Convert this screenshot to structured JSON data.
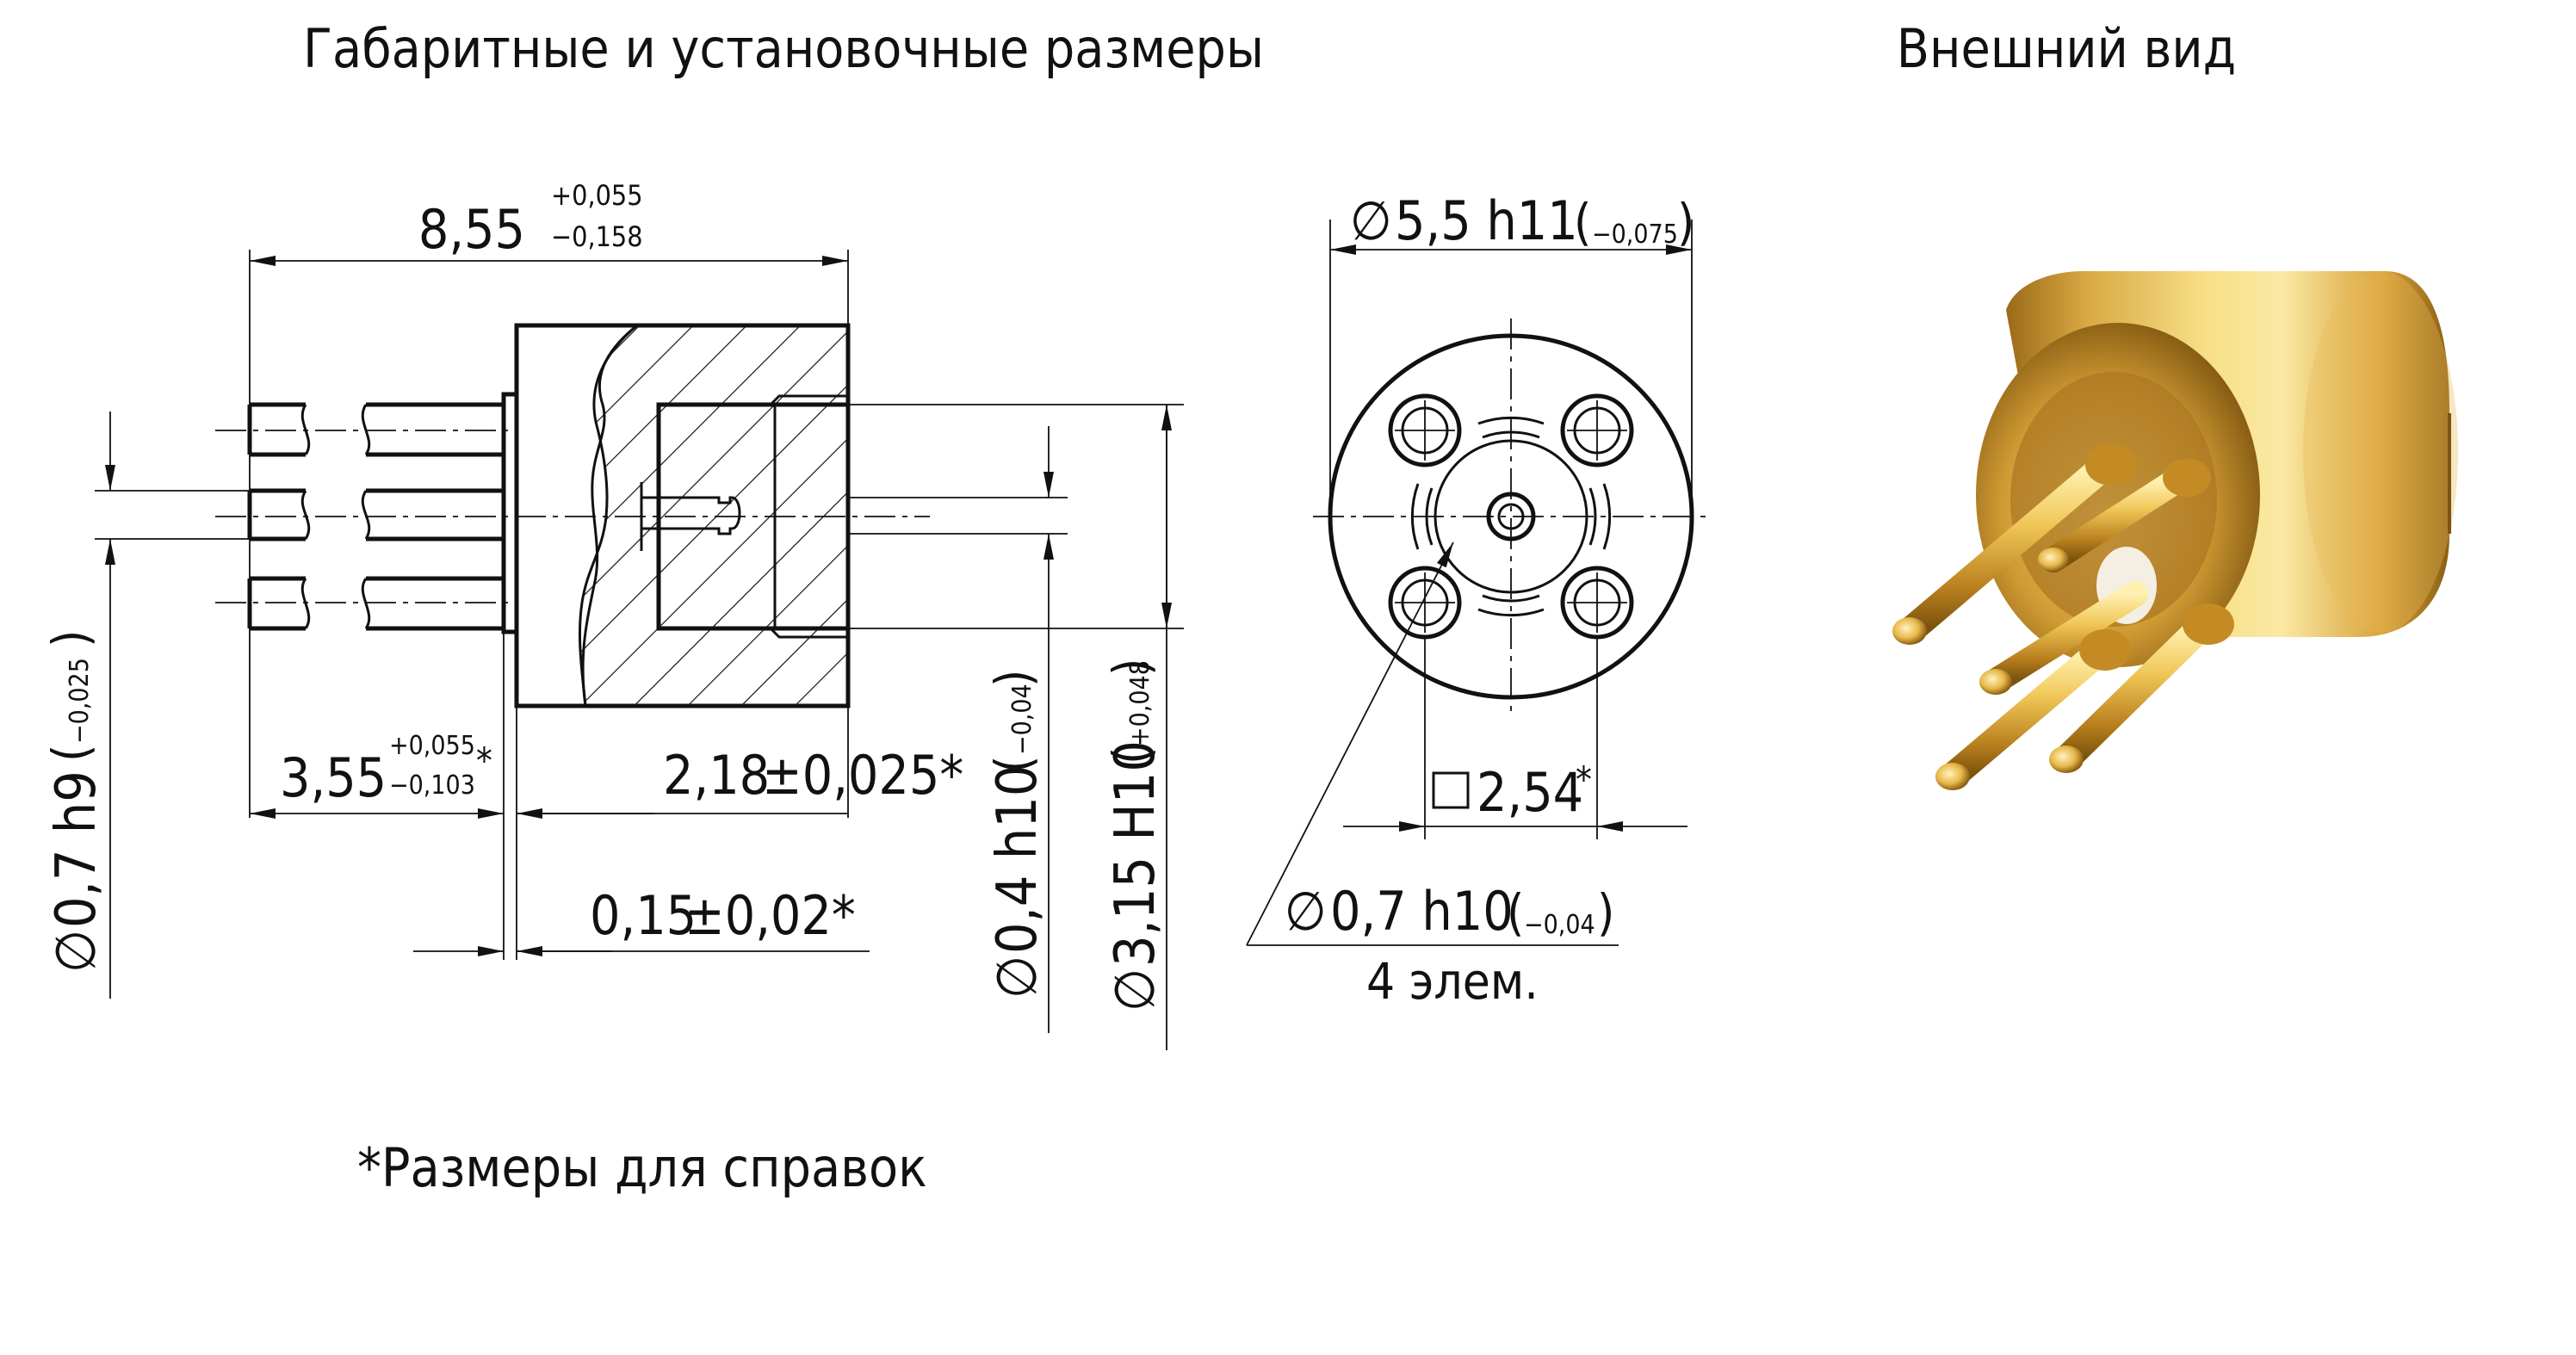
{
  "titles": {
    "drawing": "Габаритные и установочные размеры",
    "photo": "Внешний вид"
  },
  "dimensions": {
    "overall_length": {
      "value": "8,55",
      "upper": "+0,055",
      "lower": "−0,158"
    },
    "pin_diameter_side": {
      "prefix": "∅",
      "value": "0,7 h9",
      "tol": "−0,025"
    },
    "pin_length": {
      "value": "3,55",
      "upper": "+0,055",
      "lower": "−0,103",
      "mark": "*"
    },
    "socket_depth": {
      "value": "2,18",
      "tol": "±0,025*"
    },
    "flange_gap": {
      "value": "0,15",
      "tol": "±0,02*"
    },
    "contact_diameter": {
      "prefix": "∅",
      "value": "0,4 h10",
      "tol": "−0,04"
    },
    "bore_diameter": {
      "prefix": "∅",
      "value": "3,15 H10",
      "tol": "+0,048"
    },
    "body_diameter": {
      "prefix": "∅",
      "value": "5,5 h11",
      "tol": "−0,075"
    },
    "pin_pitch": {
      "prefix": "□",
      "value": "2,54",
      "mark": "*"
    },
    "pins_diameter_front": {
      "prefix": "∅",
      "value": "0,7 h10",
      "tol": "−0,04",
      "count": "4 элем."
    }
  },
  "footnote": "*Размеры для справок",
  "colors": {
    "ink": "#111111",
    "gold_light": "#f6dc80",
    "gold_mid": "#d6a53a",
    "gold_dark": "#8a5e14",
    "insulator": "#f4efe2"
  },
  "icons": {
    "diameter": "diameter-symbol-icon",
    "square": "square-symbol-icon"
  }
}
